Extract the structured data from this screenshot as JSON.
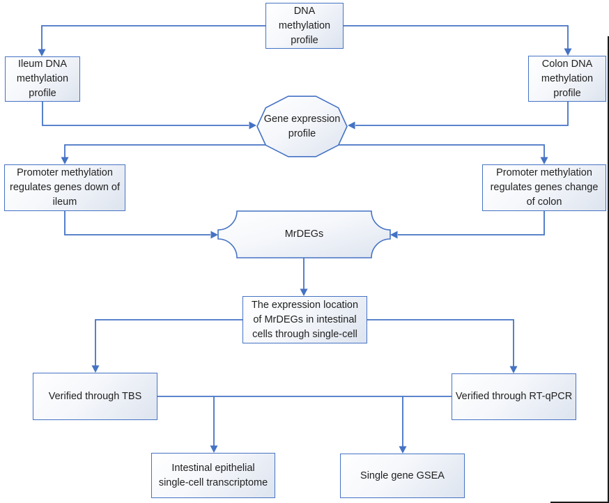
{
  "colors": {
    "line": "#4472C4",
    "box_border": "#4472C4",
    "box_fill_light": "#ffffff",
    "box_fill_dark": "#dde4ef",
    "text": "#1f1f1f"
  },
  "nodes": {
    "dna": {
      "label": "DNA methylation profile",
      "shape": "rectangle",
      "lines": [
        "DNA",
        "methylation",
        "profile"
      ]
    },
    "ileum": {
      "label": "Ileum DNA methylation profile",
      "shape": "rectangle",
      "lines": [
        "Ileum DNA",
        "methylation",
        "profile"
      ]
    },
    "colon": {
      "label": "Colon DNA methylation profile",
      "shape": "rectangle",
      "lines": [
        "Colon DNA",
        "methylation",
        "profile"
      ]
    },
    "gene_expression": {
      "label": "Gene expression profile",
      "shape": "decagon",
      "lines": [
        "Gene expression",
        "profile"
      ]
    },
    "promoter_ileum": {
      "label": "Promoter methylation regulates genes down of ileum",
      "shape": "rectangle",
      "lines": [
        "Promoter methylation",
        "regulates genes down of",
        "ileum"
      ]
    },
    "promoter_colon": {
      "label": "Promoter methylation regulates genes change of colon",
      "shape": "rectangle",
      "lines": [
        "Promoter methylation",
        "regulates genes change",
        "of colon"
      ]
    },
    "mrdegs": {
      "label": "MrDEGs",
      "shape": "plaque",
      "lines": [
        "MrDEGs"
      ]
    },
    "expression_location": {
      "label": "The expression location of MrDEGs in intestinal cells through single-cell",
      "shape": "rectangle",
      "lines": [
        "The expression location",
        "of MrDEGs in intestinal",
        "cells through single-cell"
      ]
    },
    "tbs": {
      "label": "Verified through TBS",
      "shape": "rectangle",
      "lines": [
        "Verified through TBS"
      ]
    },
    "rtqpcr": {
      "label": "Verified through RT-qPCR",
      "shape": "rectangle",
      "lines": [
        "Verified through RT-qPCR"
      ]
    },
    "intestinal": {
      "label": "Intestinal epithelial single-cell transcriptome",
      "shape": "rectangle",
      "lines": [
        "Intestinal epithelial",
        "single-cell transcriptome"
      ]
    },
    "gsea": {
      "label": "Single gene GSEA",
      "shape": "rectangle",
      "lines": [
        "Single gene GSEA"
      ]
    }
  },
  "edges": [
    {
      "from": "DNA methylation profile",
      "to": "Ileum DNA methylation profile"
    },
    {
      "from": "DNA methylation profile",
      "to": "Colon DNA methylation profile"
    },
    {
      "from": "Ileum DNA methylation profile",
      "to": "Gene expression profile"
    },
    {
      "from": "Colon DNA methylation profile",
      "to": "Gene expression profile"
    },
    {
      "from": "Gene expression profile",
      "to": "Promoter methylation regulates genes down of ileum"
    },
    {
      "from": "Gene expression profile",
      "to": "Promoter methylation regulates genes change of colon"
    },
    {
      "from": "Promoter methylation regulates genes down of ileum",
      "to": "MrDEGs"
    },
    {
      "from": "Promoter methylation regulates genes change of colon",
      "to": "MrDEGs"
    },
    {
      "from": "MrDEGs",
      "to": "The expression location of MrDEGs in intestinal cells through single-cell"
    },
    {
      "from": "The expression location of MrDEGs in intestinal cells through single-cell",
      "to": "Verified through TBS"
    },
    {
      "from": "The expression location of MrDEGs in intestinal cells through single-cell",
      "to": "Verified through RT-qPCR"
    },
    {
      "from": "Verified through TBS",
      "to": "Verified through RT-qPCR"
    },
    {
      "from": "Verified through TBS / Verified through RT-qPCR",
      "to": "Intestinal epithelial single-cell transcriptome"
    },
    {
      "from": "Verified through TBS / Verified through RT-qPCR",
      "to": "Single gene GSEA"
    }
  ]
}
